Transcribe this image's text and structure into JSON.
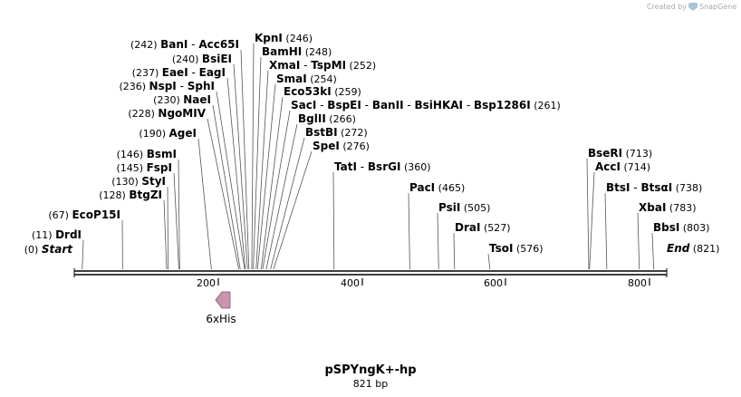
{
  "credit": {
    "prefix": "Created by",
    "brand": "SnapGene"
  },
  "map": {
    "name": "pSPYngK+-hp",
    "length_label": "821 bp",
    "length": 821,
    "ticks": [
      "200",
      "400",
      "600",
      "800"
    ],
    "feature": {
      "label": "6xHis",
      "color": "#c994b1"
    }
  },
  "sites": [
    {
      "pos": 0,
      "names": [
        "Start"
      ],
      "label": "(0)",
      "style": "end"
    },
    {
      "pos": 11,
      "names": [
        "DrdI"
      ],
      "label": "(11)"
    },
    {
      "pos": 67,
      "names": [
        "EcoP15I"
      ],
      "label": "(67)"
    },
    {
      "pos": 128,
      "names": [
        "BtgZI"
      ],
      "label": "(128)"
    },
    {
      "pos": 130,
      "names": [
        "StyI"
      ],
      "label": "(130)"
    },
    {
      "pos": 145,
      "names": [
        "FspI"
      ],
      "label": "(145)"
    },
    {
      "pos": 146,
      "names": [
        "BsmI"
      ],
      "label": "(146)"
    },
    {
      "pos": 190,
      "names": [
        "AgeI"
      ],
      "label": "(190)"
    },
    {
      "pos": 228,
      "names": [
        "NgoMIV"
      ],
      "label": "(228)"
    },
    {
      "pos": 230,
      "names": [
        "NaeI"
      ],
      "label": "(230)"
    },
    {
      "pos": 236,
      "names": [
        "NspI",
        "SphI"
      ],
      "label": "(236)"
    },
    {
      "pos": 237,
      "names": [
        "EaeI",
        "EagI"
      ],
      "label": "(237)"
    },
    {
      "pos": 240,
      "names": [
        "BsiEI"
      ],
      "label": "(240)"
    },
    {
      "pos": 242,
      "names": [
        "BanI",
        "Acc65I"
      ],
      "label": "(242)"
    },
    {
      "pos": 246,
      "names": [
        "KpnI"
      ],
      "label": "(246)"
    },
    {
      "pos": 248,
      "names": [
        "BamHI"
      ],
      "label": "(248)"
    },
    {
      "pos": 252,
      "names": [
        "XmaI",
        "TspMI"
      ],
      "label": "(252)"
    },
    {
      "pos": 254,
      "names": [
        "SmaI"
      ],
      "label": "(254)"
    },
    {
      "pos": 259,
      "names": [
        "Eco53kI"
      ],
      "label": "(259)"
    },
    {
      "pos": 261,
      "names": [
        "SacI",
        "BspEI",
        "BanII",
        "BsiHKAI",
        "Bsp1286I"
      ],
      "label": "(261)"
    },
    {
      "pos": 266,
      "names": [
        "BglII"
      ],
      "label": "(266)"
    },
    {
      "pos": 272,
      "names": [
        "BstBI"
      ],
      "label": "(272)"
    },
    {
      "pos": 276,
      "names": [
        "SpeI"
      ],
      "label": "(276)"
    },
    {
      "pos": 360,
      "names": [
        "TatI",
        "BsrGI"
      ],
      "label": "(360)"
    },
    {
      "pos": 465,
      "names": [
        "PacI"
      ],
      "label": "(465)"
    },
    {
      "pos": 505,
      "names": [
        "PsiI"
      ],
      "label": "(505)"
    },
    {
      "pos": 527,
      "names": [
        "DraI"
      ],
      "label": "(527)"
    },
    {
      "pos": 576,
      "names": [
        "TsoI"
      ],
      "label": "(576)"
    },
    {
      "pos": 713,
      "names": [
        "BseRI"
      ],
      "label": "(713)"
    },
    {
      "pos": 714,
      "names": [
        "AccI"
      ],
      "label": "(714)"
    },
    {
      "pos": 738,
      "names": [
        "BtsI",
        "BtsαI"
      ],
      "label": "(738)"
    },
    {
      "pos": 783,
      "names": [
        "XbaI"
      ],
      "label": "(783)"
    },
    {
      "pos": 803,
      "names": [
        "BbsI"
      ],
      "label": "(803)"
    },
    {
      "pos": 821,
      "names": [
        "End"
      ],
      "label": "(821)",
      "style": "end"
    }
  ]
}
